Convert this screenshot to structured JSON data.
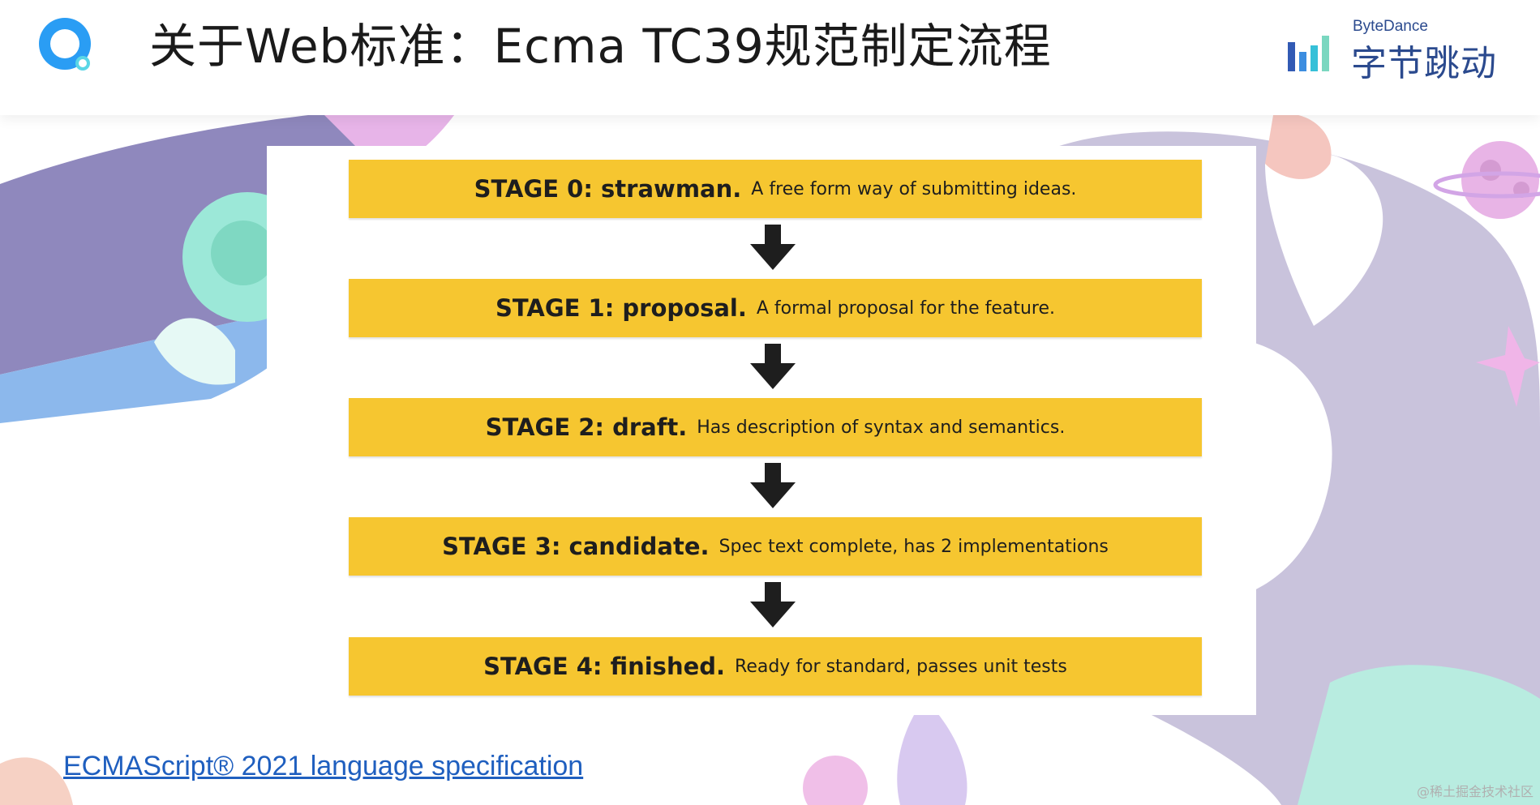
{
  "header": {
    "title": "关于Web标准：Ecma TC39规范制定流程",
    "brand_small": "ByteDance",
    "brand_big": "字节跳动"
  },
  "stages": [
    {
      "name": "STAGE 0: strawman.",
      "desc": "A free form way of submitting ideas."
    },
    {
      "name": "STAGE 1: proposal.",
      "desc": "A formal proposal for the feature."
    },
    {
      "name": "STAGE 2: draft.",
      "desc": "Has description of syntax and semantics."
    },
    {
      "name": "STAGE 3: candidate.",
      "desc": "Spec text complete, has 2 implementations"
    },
    {
      "name": "STAGE 4: finished.",
      "desc": "Ready for standard, passes unit tests"
    }
  ],
  "link": {
    "label": "ECMAScript® 2021 language specification"
  },
  "watermark": "@稀土掘金技术社区",
  "colors": {
    "stage_fill": "#f6c630",
    "arrow": "#1e1e1e",
    "link": "#1f5fbf",
    "brand": "#2b4a8e"
  }
}
